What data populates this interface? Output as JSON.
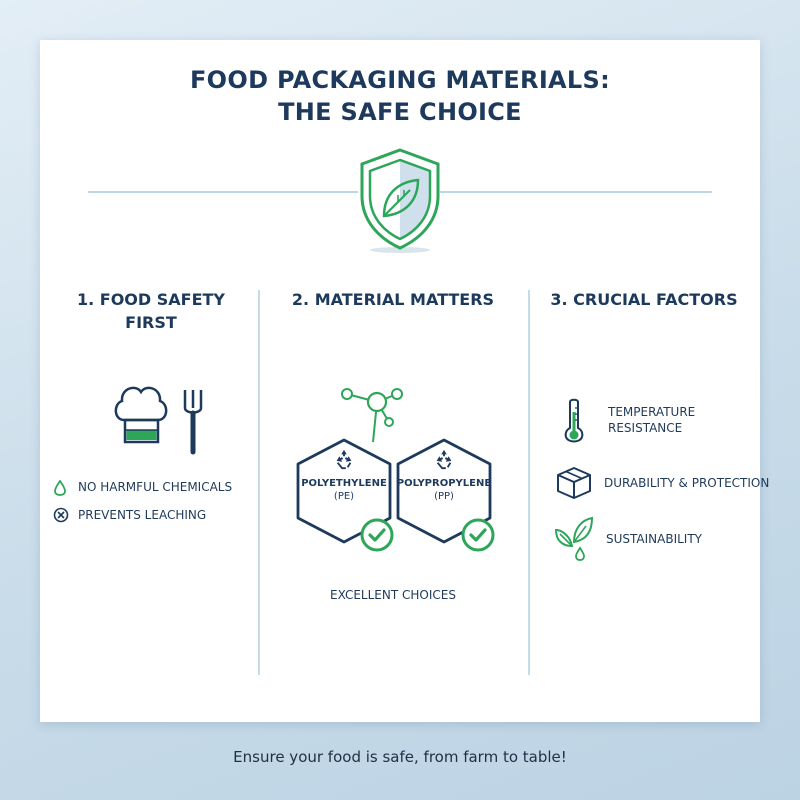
{
  "title": {
    "line1": "FOOD PACKAGING MATERIALS:",
    "line2": "THE SAFE CHOICE"
  },
  "icons": {
    "shield": "shield-leaf-icon",
    "chef": "chef-hat-icon",
    "fork": "fork-icon",
    "drop": "water-drop-icon",
    "no": "circle-x-icon",
    "molecule": "molecule-icon",
    "recycle": "recycle-icon",
    "check": "check-circle-icon",
    "thermometer": "thermometer-icon",
    "box": "box-icon",
    "leaves": "leaves-icon"
  },
  "colors": {
    "navy": "#1d3a5c",
    "green": "#2ea65a",
    "accent_line": "#bcd6e5"
  },
  "columns": [
    {
      "heading_line1": "1. FOOD SAFETY",
      "heading_line2": "FIRST",
      "items": [
        {
          "label": "NO HARMFUL CHEMICALS",
          "icon": "water-drop-icon"
        },
        {
          "label": "PREVENTS LEACHING",
          "icon": "circle-x-icon"
        }
      ]
    },
    {
      "heading": "2. MATERIAL MATTERS",
      "materials": [
        {
          "name": "POLYETHYLENE",
          "abbr": "(PE)"
        },
        {
          "name": "POLYPROPYLENE",
          "abbr": "(PP)"
        }
      ],
      "caption": "EXCELLENT CHOICES"
    },
    {
      "heading": "3. CRUCIAL FACTORS",
      "factors": [
        {
          "line1": "TEMPERATURE",
          "line2": "RESISTANCE",
          "icon": "thermometer-icon"
        },
        {
          "label": "DURABILITY & PROTECTION",
          "icon": "box-icon"
        },
        {
          "label": "SUSTAINABILITY",
          "icon": "leaves-icon"
        }
      ]
    }
  ],
  "footer": "Ensure your food is safe, from farm to table!"
}
